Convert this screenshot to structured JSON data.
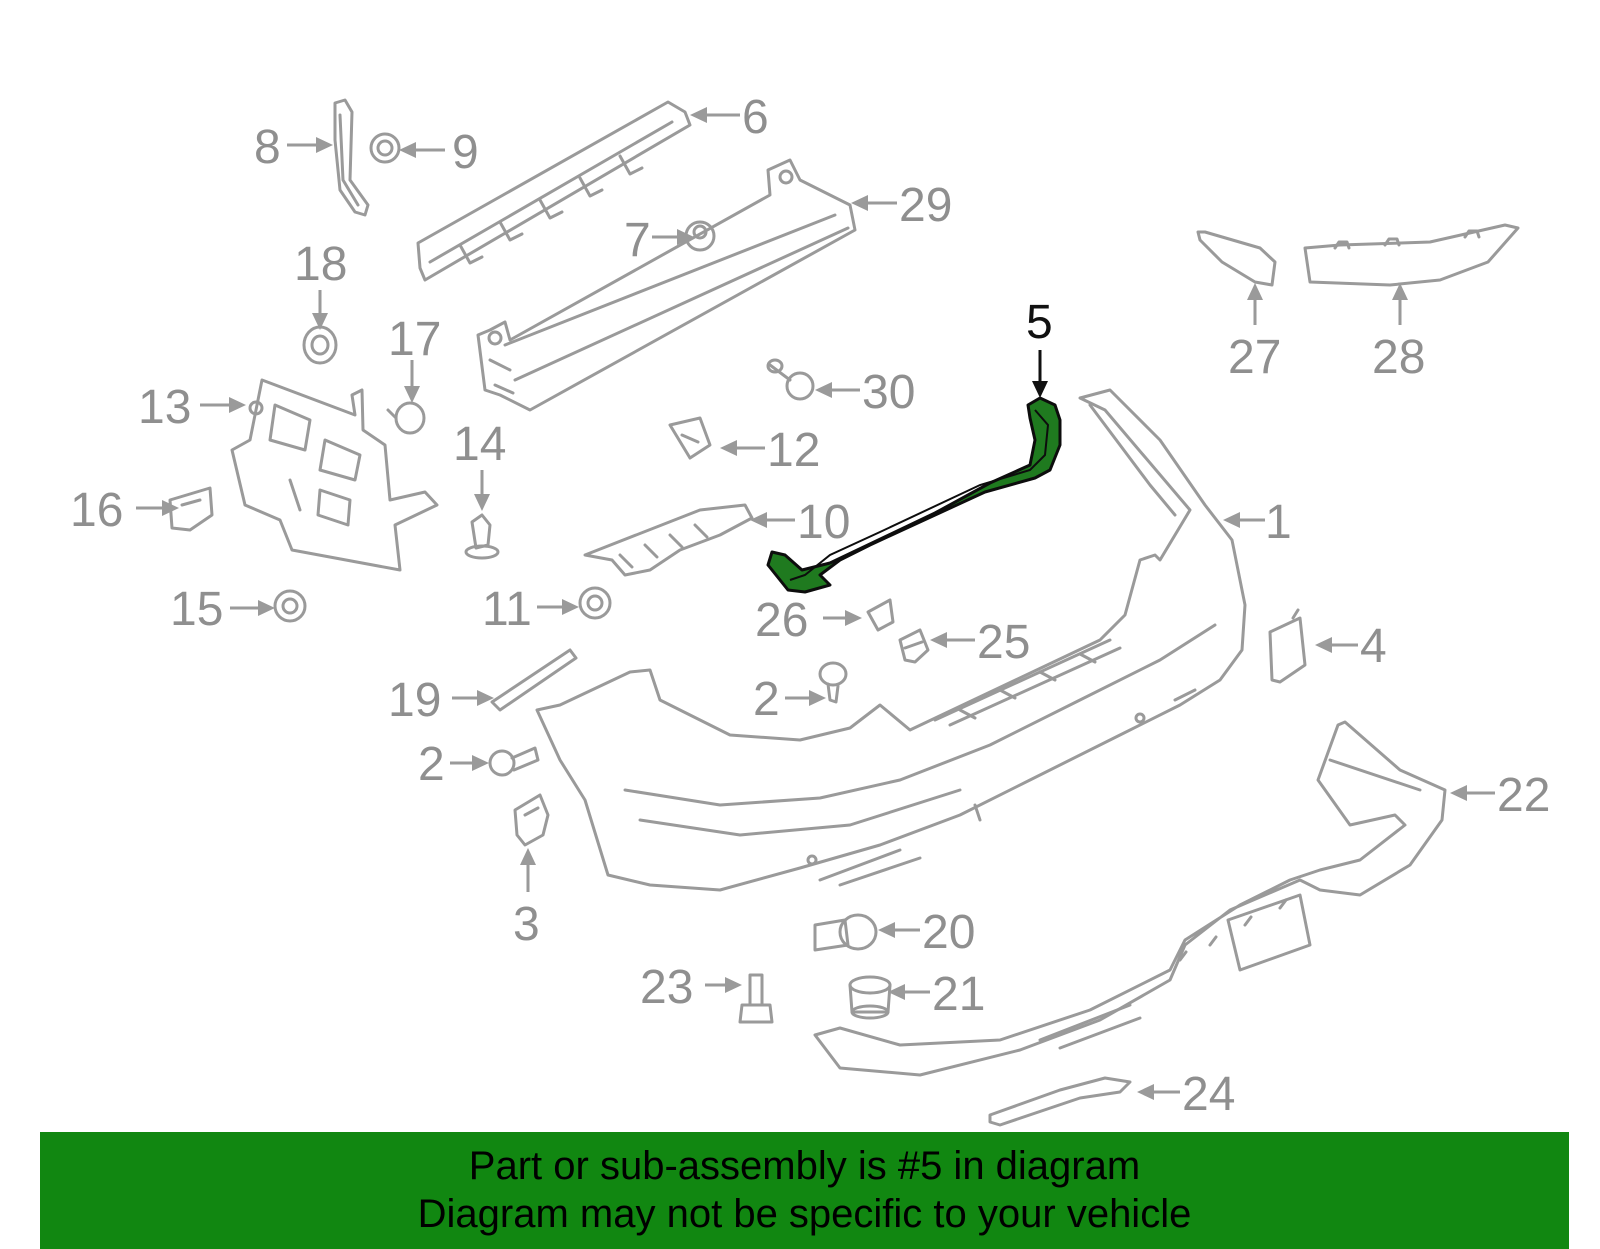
{
  "callouts": [
    {
      "id": "1",
      "label": "1"
    },
    {
      "id": "2a",
      "label": "2"
    },
    {
      "id": "2b",
      "label": "2"
    },
    {
      "id": "3",
      "label": "3"
    },
    {
      "id": "4",
      "label": "4"
    },
    {
      "id": "5",
      "label": "5"
    },
    {
      "id": "6",
      "label": "6"
    },
    {
      "id": "7",
      "label": "7"
    },
    {
      "id": "8",
      "label": "8"
    },
    {
      "id": "9",
      "label": "9"
    },
    {
      "id": "10",
      "label": "10"
    },
    {
      "id": "11",
      "label": "11"
    },
    {
      "id": "12",
      "label": "12"
    },
    {
      "id": "13",
      "label": "13"
    },
    {
      "id": "14",
      "label": "14"
    },
    {
      "id": "15",
      "label": "15"
    },
    {
      "id": "16",
      "label": "16"
    },
    {
      "id": "17",
      "label": "17"
    },
    {
      "id": "18",
      "label": "18"
    },
    {
      "id": "19",
      "label": "19"
    },
    {
      "id": "20",
      "label": "20"
    },
    {
      "id": "21",
      "label": "21"
    },
    {
      "id": "22",
      "label": "22"
    },
    {
      "id": "23",
      "label": "23"
    },
    {
      "id": "24",
      "label": "24"
    },
    {
      "id": "25",
      "label": "25"
    },
    {
      "id": "26",
      "label": "26"
    },
    {
      "id": "27",
      "label": "27"
    },
    {
      "id": "28",
      "label": "28"
    },
    {
      "id": "29",
      "label": "29"
    },
    {
      "id": "30",
      "label": "30"
    }
  ],
  "highlighted_part": "5",
  "colors": {
    "highlight": "#1f7a1f",
    "banner": "#118711",
    "parts": "#9a9a9a"
  },
  "banner": {
    "line1": "Part or sub-assembly is #5 in diagram",
    "line2": "Diagram may not be specific to your vehicle"
  }
}
